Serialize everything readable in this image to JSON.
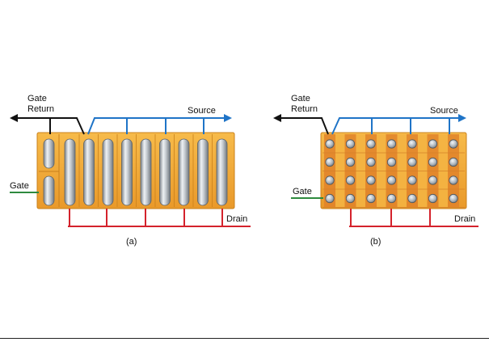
{
  "colors": {
    "gate_return": "#111111",
    "source": "#1f74c7",
    "gate": "#2e8a3e",
    "drain": "#d4222c",
    "die": "#f2a936",
    "die_edge": "#c9801c",
    "finger": "#c7ccd1",
    "bump": "#b9c1c8"
  },
  "panel_a": {
    "caption": "(a)",
    "labels": {
      "gate_return": [
        "Gate",
        "Return"
      ],
      "source": "Source",
      "gate": "Gate",
      "drain": "Drain"
    },
    "finger_count": 9
  },
  "panel_b": {
    "caption": "(b)",
    "labels": {
      "gate_return": [
        "Gate",
        "Return"
      ],
      "source": "Source",
      "gate": "Gate",
      "drain": "Drain"
    },
    "bump_columns": 7,
    "bump_rows": 4
  }
}
